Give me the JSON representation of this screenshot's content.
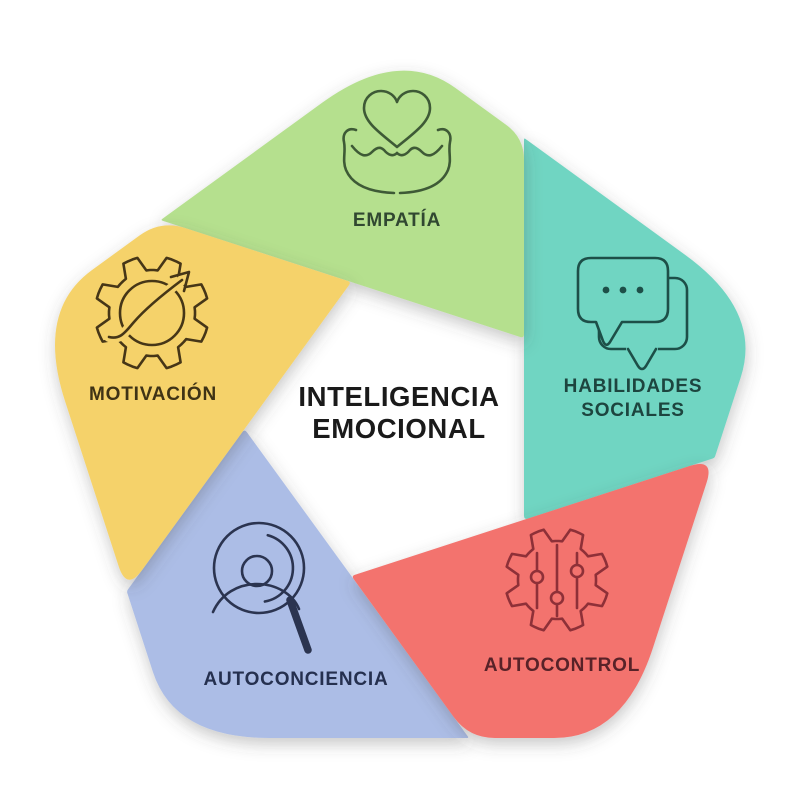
{
  "title": {
    "line1": "INTELIGENCIA",
    "line2": "EMOCIONAL",
    "color": "#1a1a1a"
  },
  "background": "#ffffff",
  "segments": [
    {
      "id": "empatia",
      "label": "EMPATÍA",
      "fill": "#b5e08e",
      "text_color": "#314831",
      "icon_color": "#3e5a36",
      "icon": "hands-holding-heart-icon"
    },
    {
      "id": "habilidades-sociales",
      "label": "HABILIDADES",
      "label_line2": "SOCIALES",
      "fill": "#70d5c2",
      "text_color": "#1d453f",
      "icon_color": "#1d4f48",
      "icon": "speech-bubbles-icon"
    },
    {
      "id": "autocontrol",
      "label": "AUTOCONTROL",
      "fill": "#f3736e",
      "text_color": "#582228",
      "icon_color": "#8e3038",
      "icon": "gear-sliders-icon"
    },
    {
      "id": "autoconciencia",
      "label": "AUTOCONCIENCIA",
      "fill": "#acbde6",
      "text_color": "#25304f",
      "icon_color": "#2b3450",
      "icon": "magnifier-person-icon"
    },
    {
      "id": "motivacion",
      "label": "MOTIVACIÓN",
      "fill": "#f5d26b",
      "text_color": "#3f3315",
      "icon_color": "#463617",
      "icon": "gear-arrow-icon"
    }
  ]
}
